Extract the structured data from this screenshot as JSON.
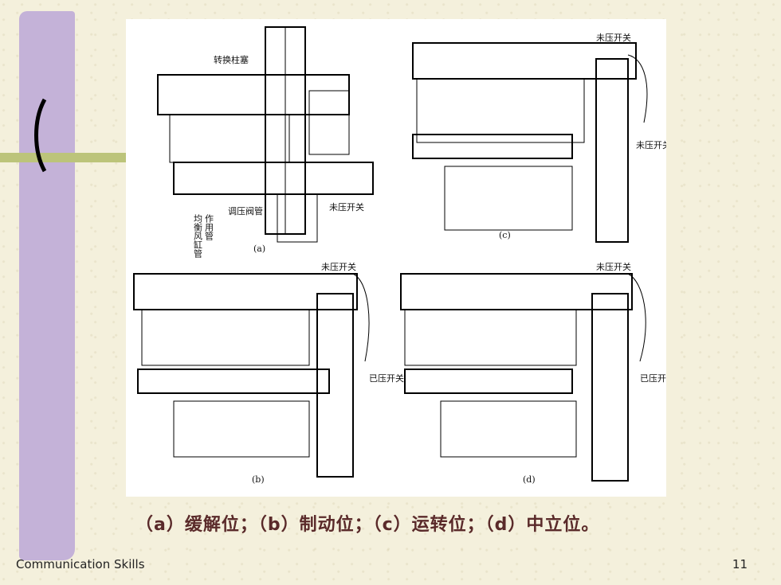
{
  "caption": "（a）缓解位；（b）制动位；（c）运转位；（d）中立位。",
  "footer": {
    "left": "Communication Skills",
    "page_number": "11"
  },
  "figure": {
    "panel_a": {
      "label": "(a)",
      "labels": [
        "转换柱塞",
        "均衡风缸管",
        "作用管",
        "调压阀管",
        "未压开关"
      ]
    },
    "panel_b": {
      "label": "(b)",
      "labels": [
        "未压开关",
        "已压开关"
      ]
    },
    "panel_c": {
      "label": "(c)",
      "labels": [
        "未压开关",
        "未压开关"
      ]
    },
    "panel_d": {
      "label": "(d)",
      "labels": [
        "未压开关",
        "已压开关"
      ]
    }
  }
}
